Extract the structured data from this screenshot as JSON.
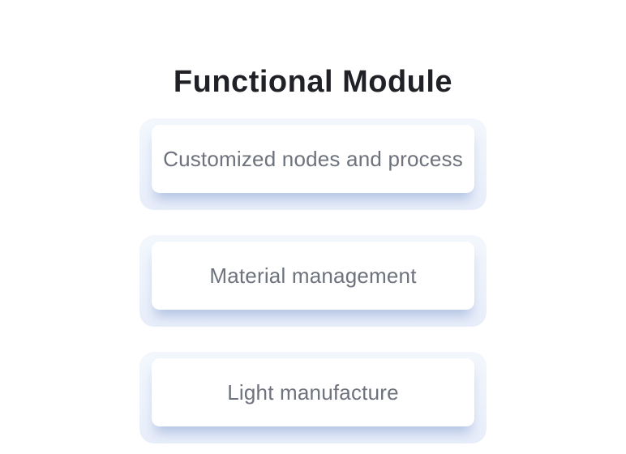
{
  "page": {
    "title": "Functional Module",
    "background": "#ffffff"
  },
  "modules": [
    {
      "label": "Customized nodes and process"
    },
    {
      "label": "Material management"
    },
    {
      "label": "Light manufacture"
    }
  ],
  "colors": {
    "title_text": "#1f2126",
    "card_text": "#6d727c",
    "card_background": "#ffffff",
    "halo_background": "#e9effb",
    "card_shadow": "rgba(130,155,208,0.5)"
  }
}
